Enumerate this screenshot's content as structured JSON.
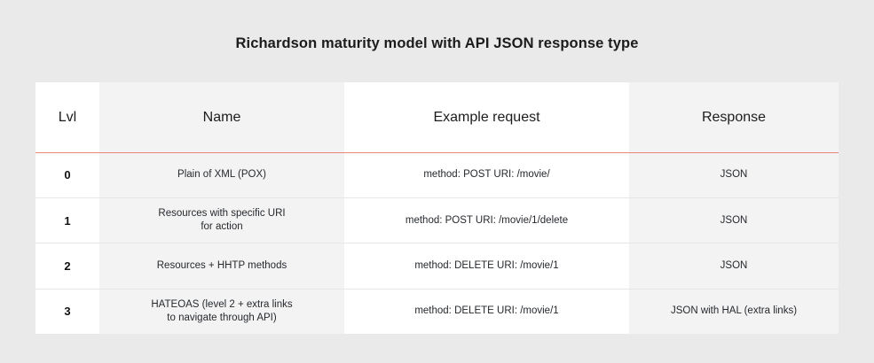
{
  "page": {
    "background_color": "#eaeaea",
    "title": "Richardson maturity model with API JSON response type"
  },
  "table": {
    "accent_color": "#e8847c",
    "column_bg_odd": "#ffffff",
    "column_bg_even": "#f3f3f3",
    "row_separator_color": "#e6e6e6",
    "columns": [
      {
        "key": "lvl",
        "label": "Lvl"
      },
      {
        "key": "name",
        "label": "Name"
      },
      {
        "key": "request",
        "label": "Example request"
      },
      {
        "key": "response",
        "label": "Response"
      }
    ],
    "rows": [
      {
        "lvl": "0",
        "name": "Plain of XML (POX)",
        "request": "method: POST URI: /movie/",
        "response": "JSON"
      },
      {
        "lvl": "1",
        "name": "Resources with specific URI\nfor action",
        "request": "method: POST URI: /movie/1/delete",
        "response": "JSON"
      },
      {
        "lvl": "2",
        "name": "Resources + HHTP methods",
        "request": "method: DELETE URI: /movie/1",
        "response": "JSON"
      },
      {
        "lvl": "3",
        "name": "HATEOAS (level 2 + extra links\nto navigate through API)",
        "request": "method: DELETE URI: /movie/1",
        "response": "JSON with HAL (extra links)"
      }
    ]
  }
}
